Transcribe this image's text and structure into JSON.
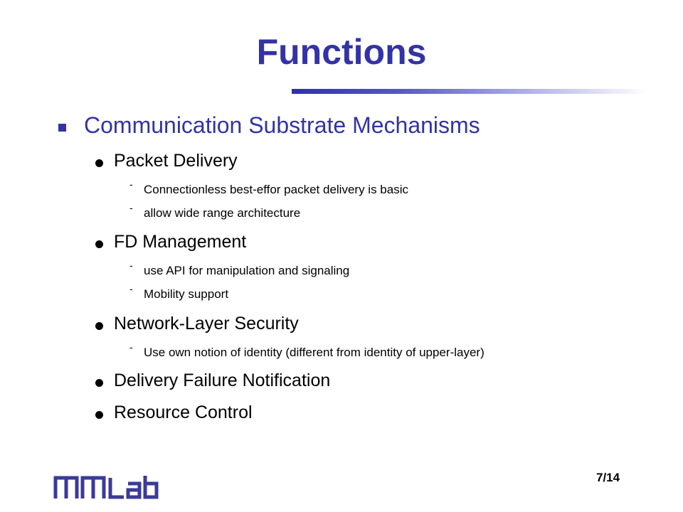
{
  "slide": {
    "title": "Functions",
    "heading": "Communication Substrate Mechanisms",
    "items": [
      {
        "label": "Packet Delivery",
        "subitems": [
          "Connectionless best-effor packet delivery is basic",
          "allow wide range architecture"
        ]
      },
      {
        "label": "FD Management",
        "subitems": [
          "use API for manipulation and signaling",
          "Mobility support"
        ]
      },
      {
        "label": "Network-Layer Security",
        "subitems": [
          "Use own notion of identity (different from identity of upper-layer)"
        ]
      },
      {
        "label": "Delivery Failure Notification",
        "subitems": []
      },
      {
        "label": "Resource Control",
        "subitems": []
      }
    ],
    "page_number": "7/14",
    "logo_text": "MMLab"
  },
  "colors": {
    "title": "#3333a6",
    "rule_accent": "#2f2fb3",
    "body_text": "#000000",
    "logo": "#3a3a9a"
  },
  "icons": {
    "level1_bullet": "square-bullet-icon",
    "level2_bullet": "round-bullet-icon",
    "level3_bullet": "dash-bullet-icon"
  }
}
